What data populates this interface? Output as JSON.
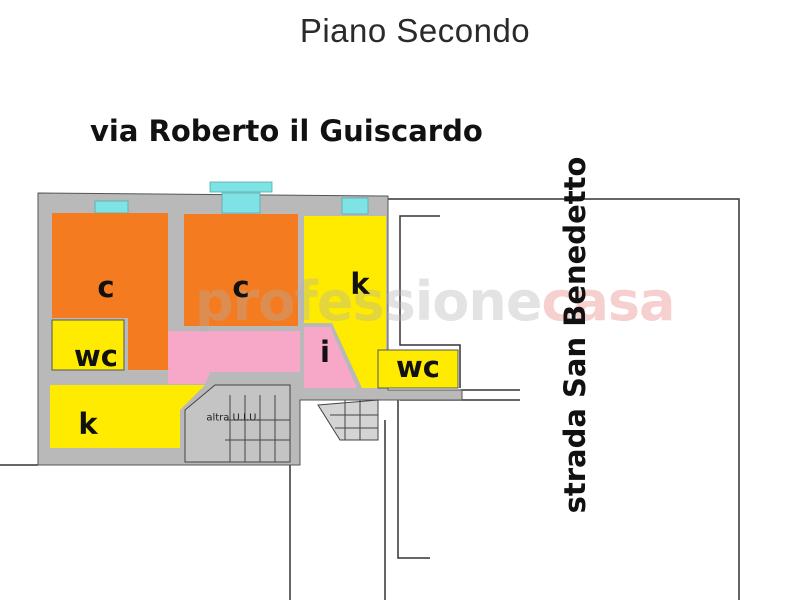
{
  "title": "Piano Secondo",
  "streets": {
    "top": "via Roberto il Guiscardo",
    "side": "strada San Benedetto"
  },
  "rooms": [
    {
      "label": "c",
      "type": "camera",
      "color": "#f47b20"
    },
    {
      "label": "c",
      "type": "camera",
      "color": "#f47b20"
    },
    {
      "label": "k",
      "type": "cucina",
      "color": "#ffeb00"
    },
    {
      "label": "wc",
      "type": "bagno",
      "color": "#ffeb00"
    },
    {
      "label": "i",
      "type": "ingresso",
      "color": "#f7a8c8"
    },
    {
      "label": "wc",
      "type": "bagno",
      "color": "#ffeb00"
    },
    {
      "label": "k",
      "type": "cucina",
      "color": "#ffeb00"
    }
  ],
  "stair_label": "altra U.I.U.",
  "watermark": {
    "part1": "professione",
    "part2": "casa"
  },
  "colors": {
    "wall": "#b9b9b9",
    "window": "#7fe3e6",
    "hall": "#f7a8c8"
  }
}
